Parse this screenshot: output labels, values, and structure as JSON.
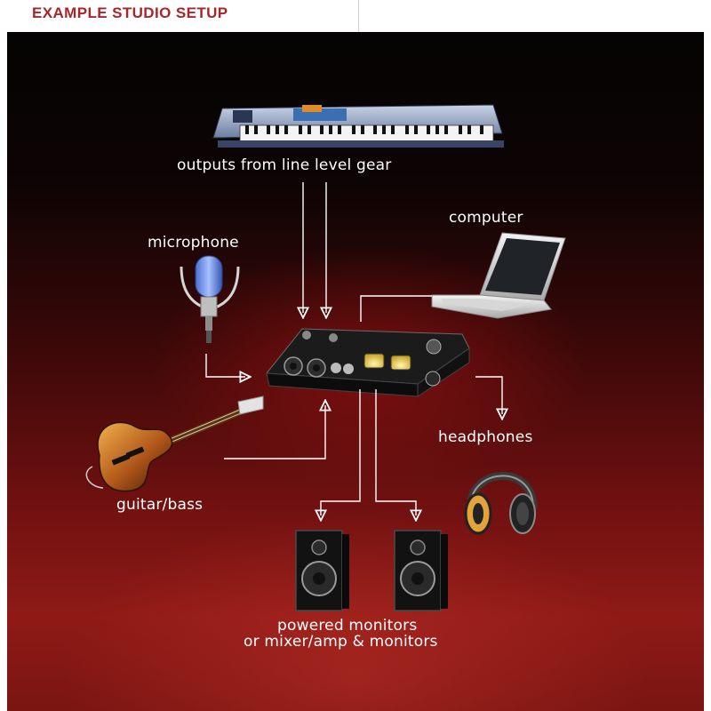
{
  "header": {
    "title": "EXAMPLE STUDIO SETUP"
  },
  "labels": {
    "line_gear": "outputs from line level gear",
    "computer": "computer",
    "microphone": "microphone",
    "headphones": "headphones",
    "guitar": "guitar/bass",
    "monitors_line1": "powered monitors",
    "monitors_line2": "or mixer/amp & monitors"
  }
}
